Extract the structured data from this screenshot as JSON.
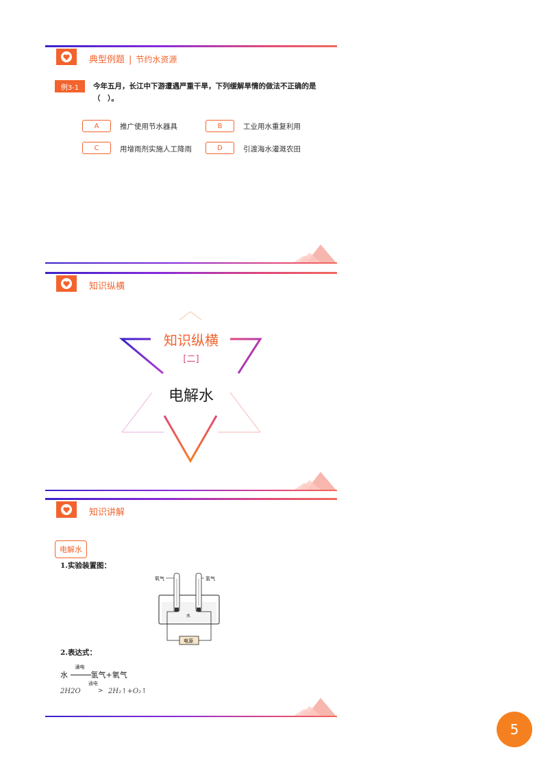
{
  "slide1": {
    "header_title": "典型例题",
    "header_sep": "|",
    "header_subtitle": "节约水资源",
    "question_badge": "例3-1",
    "question_text": "今年五月，长江中下游遭遇严重干旱，下列缓解旱情的做法不正确的是（　）。",
    "options": [
      {
        "letter": "A",
        "text": "推广使用节水器具"
      },
      {
        "letter": "B",
        "text": "工业用水重复利用"
      },
      {
        "letter": "C",
        "text": "用增雨剂实施人工降雨"
      },
      {
        "letter": "D",
        "text": "引渡海水灌溉农田"
      }
    ]
  },
  "slide2": {
    "header_title": "知识纵横",
    "center_title": "知识纵横",
    "center_sub": "[二]",
    "center_main": "电解水"
  },
  "slide3": {
    "header_title": "知识讲解",
    "tag": "电解水",
    "item1": "1.实验装置图：",
    "diagram_label_left": "氧气",
    "diagram_label_right": "氢气",
    "diagram_water": "水",
    "diagram_power": "电源",
    "item2": "2.表达式：",
    "word_eq_left": "水",
    "word_eq_cond": "通电",
    "word_eq_right": "氢气+氧气",
    "chem_eq_left": "2H2O",
    "chem_eq_cond": "通电",
    "chem_eq_right": "2H₂↑+O₂↑"
  },
  "page_number": "5",
  "colors": {
    "accent": "#f2632d",
    "bar_start": "#3a22c9",
    "bar_end": "#f06a5a",
    "page_badge": "#f5801f"
  }
}
